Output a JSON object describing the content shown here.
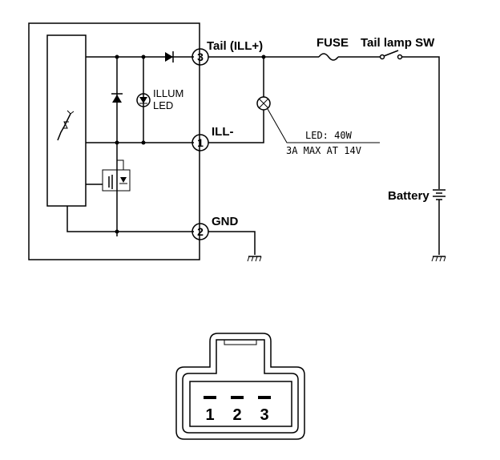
{
  "labels": {
    "tail": "Tail (ILL+)",
    "fuse": "FUSE",
    "tail_lamp_sw": "Tail lamp SW",
    "illum_line1": "ILLUM",
    "illum_line2": "LED",
    "ill_minus": "ILL-",
    "gnd": "GND",
    "battery": "Battery",
    "led_rating": "LED: 40W",
    "current_rating": "3A MAX AT 14V"
  },
  "pins": {
    "pin1": "1",
    "pin2": "2",
    "pin3": "3"
  },
  "connector": {
    "pin1": "1",
    "pin2": "2",
    "pin3": "3"
  }
}
